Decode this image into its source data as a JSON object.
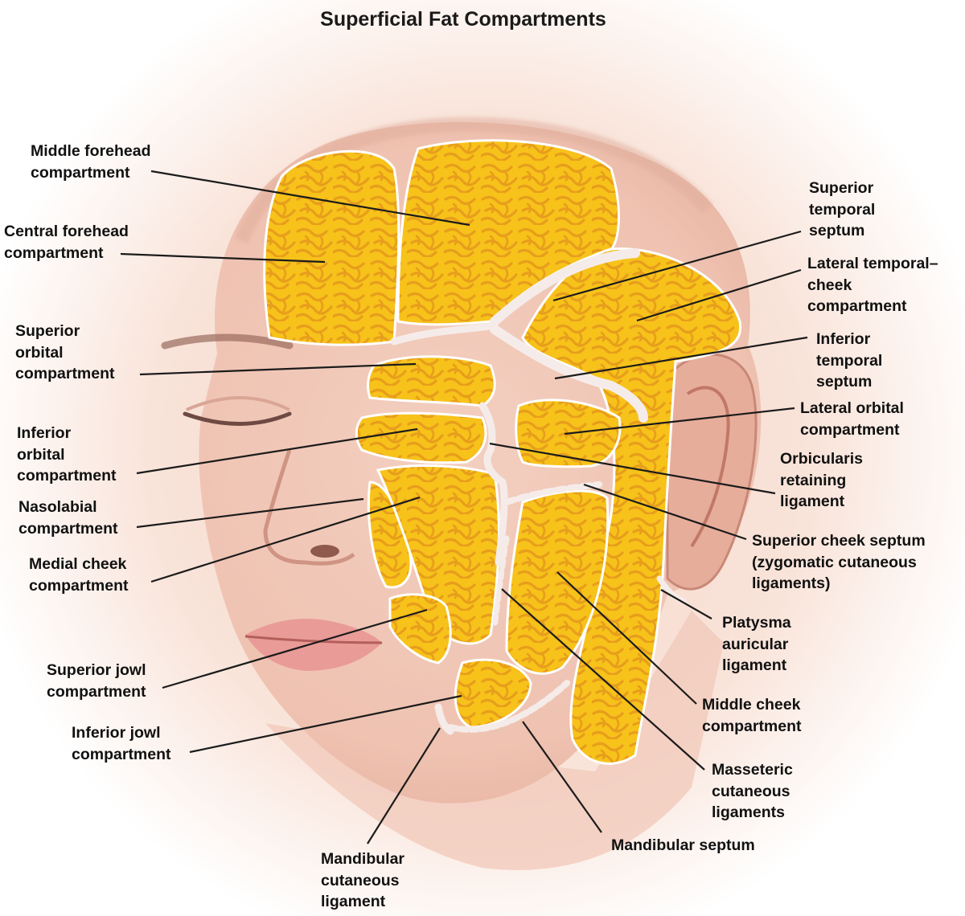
{
  "title": "Superficial Fat Compartments",
  "labels": {
    "middle_forehead": "Middle forehead\ncompartment",
    "central_forehead": "Central forehead\ncompartment",
    "superior_orbital": "Superior\norbital\ncompartment",
    "inferior_orbital": "Inferior\norbital\ncompartment",
    "nasolabial": "Nasolabial\ncompartment",
    "medial_cheek": "Medial cheek\ncompartment",
    "superior_jowl": "Superior jowl\ncompartment",
    "inferior_jowl": "Inferior jowl\ncompartment",
    "mandibular_cutaneous": "Mandibular\ncutaneous\nligament",
    "superior_temporal_septum": "Superior\ntemporal\nseptum",
    "lateral_temporal_cheek": "Lateral temporal–\ncheek\ncompartment",
    "inferior_temporal_septum": "Inferior\ntemporal\nseptum",
    "lateral_orbital": "Lateral orbital\ncompartment",
    "orbicularis_retaining": "Orbicularis\nretaining\nligament",
    "superior_cheek_septum": "Superior cheek septum\n(zygomatic cutaneous\nligaments)",
    "platysma_auricular": "Platysma\nauricular\nligament",
    "middle_cheek": "Middle cheek\ncompartment",
    "masseteric_cutaneous": "Masseteric\ncutaneous\nligaments",
    "mandibular_septum": "Mandibular septum"
  },
  "colors": {
    "fat_fill": "#f7c318",
    "fat_lobule": "#eaa21a",
    "skin": "#f2cfc0",
    "septum": "#f6ecec",
    "leader": "#1b1b1b"
  }
}
